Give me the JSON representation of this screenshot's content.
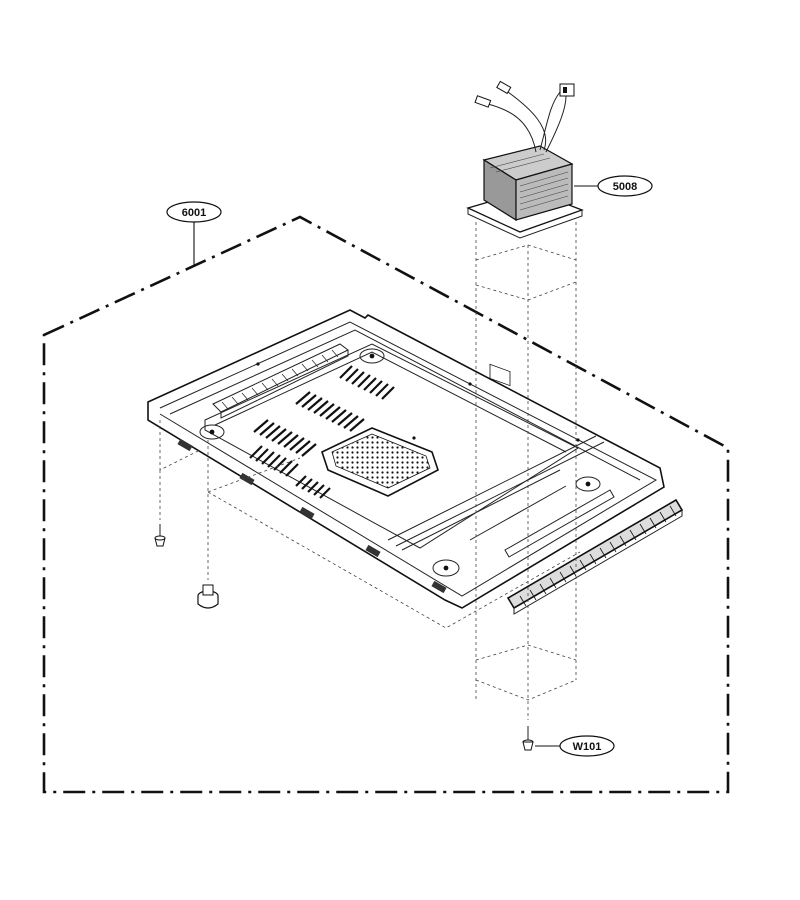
{
  "diagram": {
    "callouts": [
      {
        "id": "6001",
        "part": "base-plate-assembly"
      },
      {
        "id": "5008",
        "part": "transformer"
      },
      {
        "id": "W101",
        "part": "screw"
      }
    ]
  }
}
